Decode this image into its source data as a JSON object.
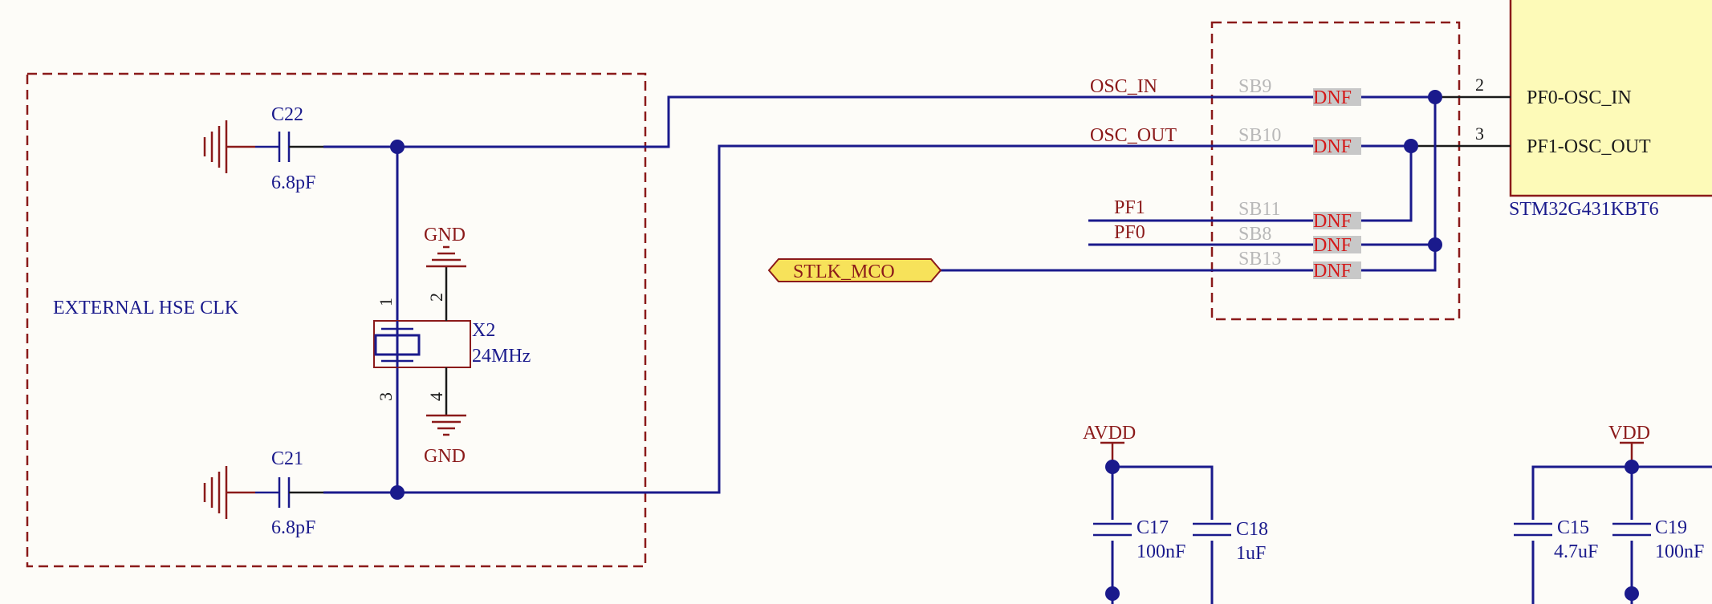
{
  "block_label": "EXTERNAL HSE CLK",
  "capacitors": {
    "c22": {
      "ref": "C22",
      "value": "6.8pF"
    },
    "c21": {
      "ref": "C21",
      "value": "6.8pF"
    },
    "c17": {
      "ref": "C17",
      "value": "100nF"
    },
    "c18": {
      "ref": "C18",
      "value": "1uF"
    },
    "c15": {
      "ref": "C15",
      "value": "4.7uF"
    },
    "c19": {
      "ref": "C19",
      "value": "100nF"
    }
  },
  "crystal": {
    "ref": "X2",
    "value": "24MHz",
    "pins": [
      "1",
      "2",
      "3",
      "4"
    ]
  },
  "gnd_labels": [
    "GND",
    "GND"
  ],
  "nets": {
    "osc_in": "OSC_IN",
    "osc_out": "OSC_OUT",
    "pf1": "PF1",
    "pf0": "PF0",
    "stlk_mco": "STLK_MCO"
  },
  "solder_bridges": [
    {
      "ref": "SB9",
      "status": "DNF"
    },
    {
      "ref": "SB10",
      "status": "DNF"
    },
    {
      "ref": "SB11",
      "status": "DNF"
    },
    {
      "ref": "SB8",
      "status": "DNF"
    },
    {
      "ref": "SB13",
      "status": "DNF"
    }
  ],
  "mcu": {
    "part": "STM32G431KBT6",
    "pins": [
      {
        "number": "2",
        "name": "PF0-OSC_IN"
      },
      {
        "number": "3",
        "name": "PF1-OSC_OUT"
      }
    ]
  },
  "power": {
    "avdd": "AVDD",
    "vdd": "VDD"
  },
  "colors": {
    "wire": "#1a1a8c",
    "component": "#8b1a1a",
    "dnf": "#d41a1a",
    "background": "#fdfcf8",
    "ic_fill": "#fdfab8",
    "port_fill": "#f7e25a"
  }
}
